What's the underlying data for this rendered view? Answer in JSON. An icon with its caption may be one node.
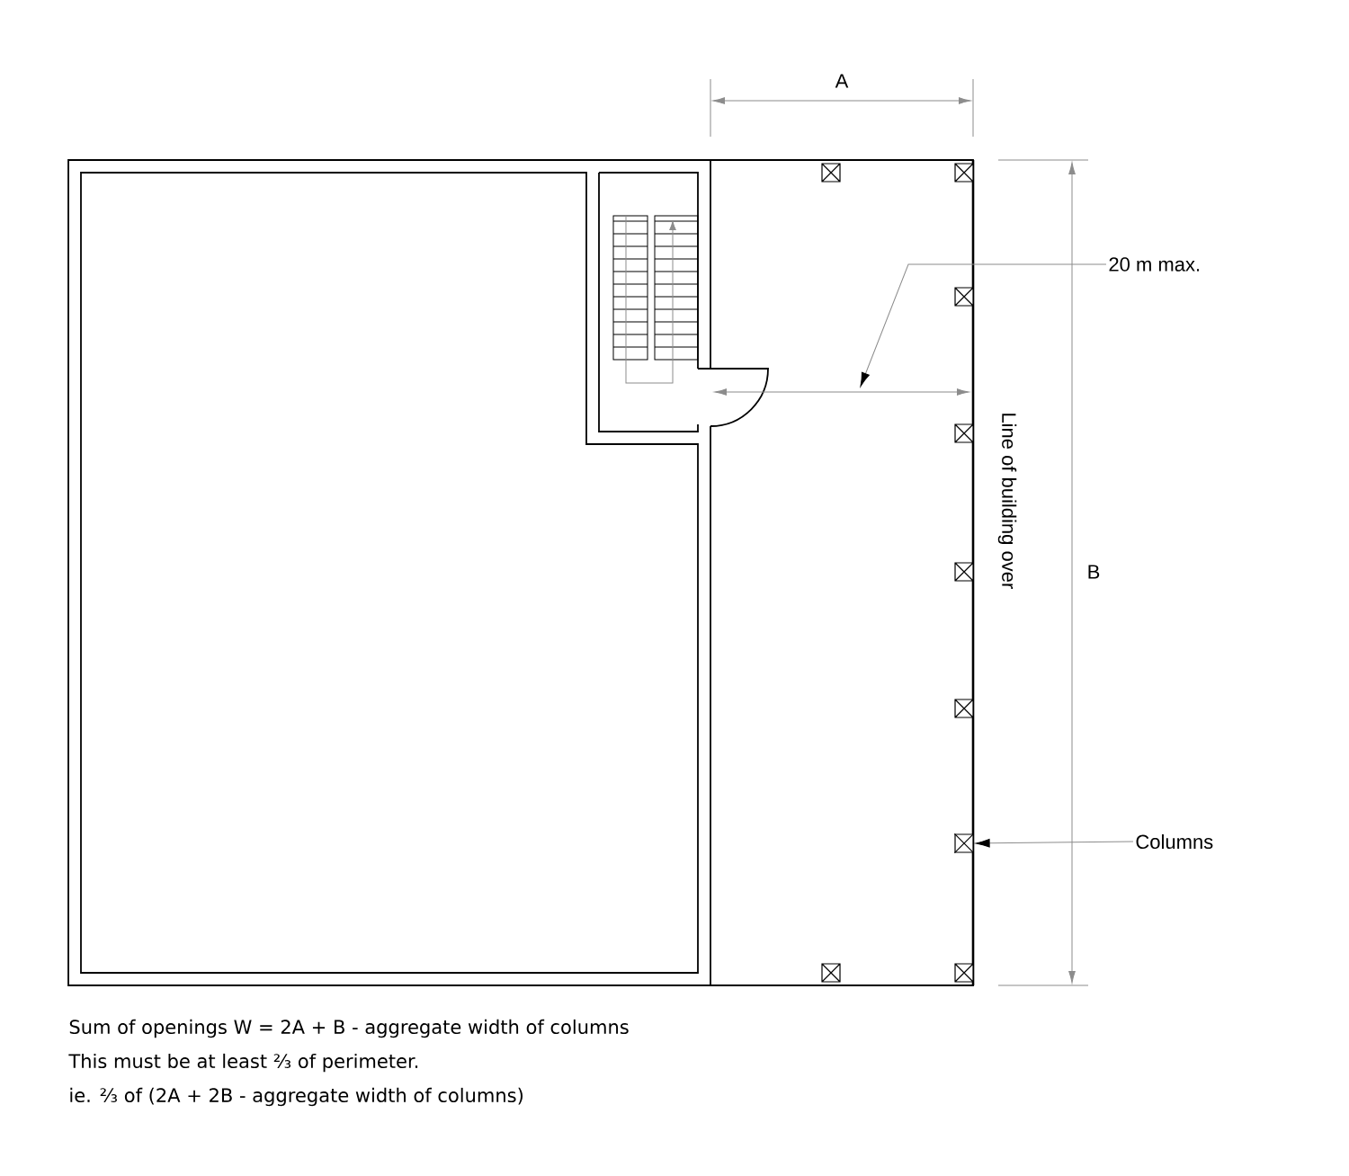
{
  "diagram": {
    "nodes": [
      {
        "text": [
          "20 m max."
        ]
      },
      {
        "text": [
          "Columns"
        ]
      },
      {
        "text": [],
        "shape": "box"
      }
    ],
    "edges": [
      {
        "from": 0,
        "to": null,
        "arrow": "to"
      },
      {
        "from": 1,
        "to": 2,
        "arrow": "to"
      }
    ],
    "labels": [
      "A",
      "Line of building over",
      "B",
      "Sum of openings  W = 2A + B - aggregate width of columns",
      "This must be at least ⅔ of perimeter.",
      "ie. ⅔ of (2A + 2B - aggregate width of columns)"
    ]
  }
}
